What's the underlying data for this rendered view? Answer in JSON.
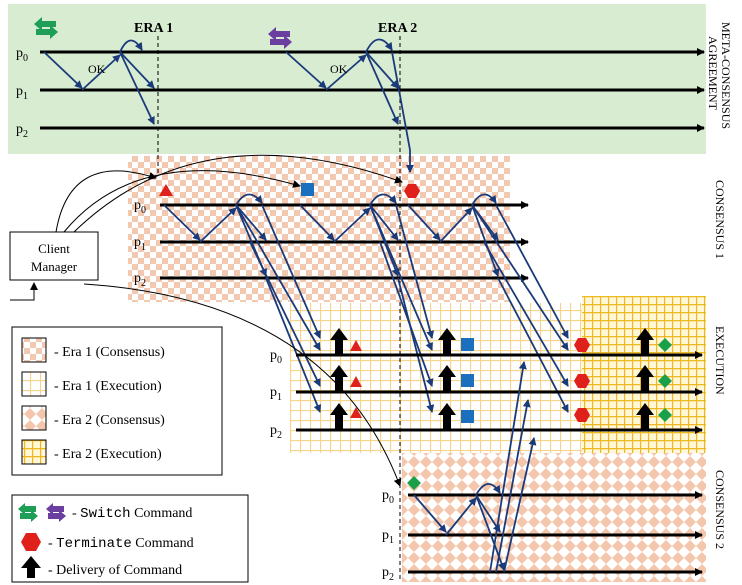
{
  "eras": [
    {
      "label": "ERA 1"
    },
    {
      "label": "ERA 2"
    }
  ],
  "processes": [
    "p",
    "p",
    "p"
  ],
  "process_subscripts": [
    "0",
    "1",
    "2"
  ],
  "ok_label": "OK",
  "client_manager": {
    "line1": "Client",
    "line2": "Manager"
  },
  "sections": {
    "meta_line1": "META-CONSENSUS",
    "meta_line2": "AGREEMENT",
    "consensus1": "CONSENSUS 1",
    "execution": "EXECUTION",
    "consensus2": "CONSENSUS 2"
  },
  "legend_top": [
    {
      "label": "- Era 1 (Consensus)"
    },
    {
      "label": "- Era 1 (Execution)"
    },
    {
      "label": "- Era 2 (Consensus)"
    },
    {
      "label": "- Era 2 (Execution)"
    }
  ],
  "legend_bottom": {
    "switch": {
      "prefix": "- ",
      "mono": "Switch",
      "suffix": " Command"
    },
    "terminate": {
      "prefix": "- ",
      "mono": "Terminate",
      "suffix": " Command"
    },
    "delivery": {
      "label": "- Delivery of Command"
    }
  },
  "colors": {
    "meta_bg": "#d8ecd2",
    "era1_consensus": "#f2c8b0",
    "era1_execution_line": "#f6d58a",
    "era2_execution_line": "#f0b81e",
    "arrow_blue": "#1b3a7a",
    "switch_green": "#1f9e57",
    "switch_purple": "#6b3fa0",
    "terminate_red": "#e0201b",
    "command_blue": "#1a6fbf",
    "triangle_red": "#e0201b",
    "diamond_green": "#19a049"
  }
}
